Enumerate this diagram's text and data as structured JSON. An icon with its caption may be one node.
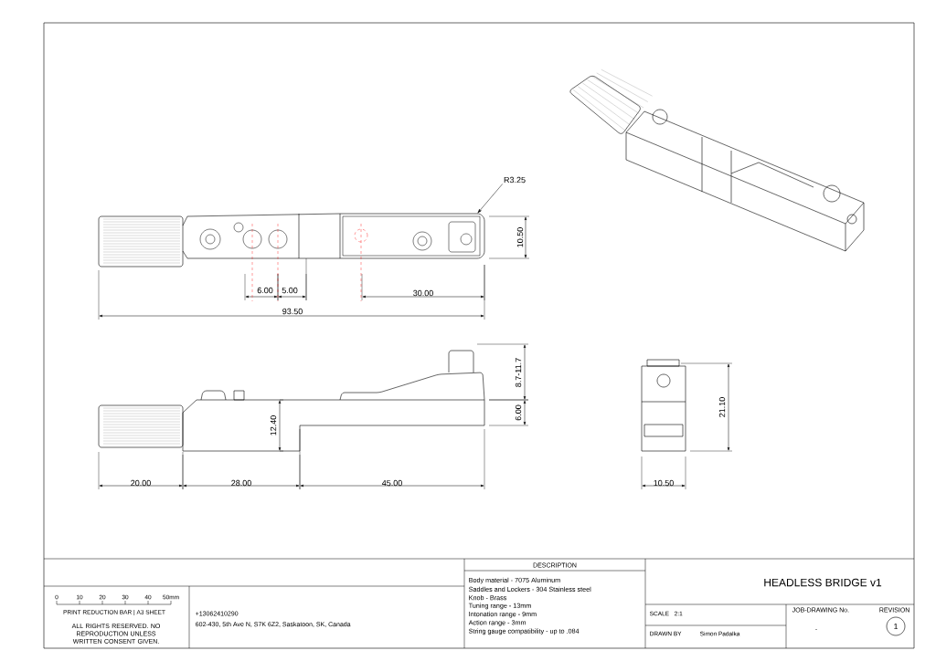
{
  "diagram": {
    "nodes": [
      {
        "text": [
          "R3.25"
        ]
      },
      {
        "text": [
          "1"
        ]
      },
      {
        "text": [],
        "shape": "picture"
      }
    ],
    "edges": [
      {
        "from": 0,
        "to": 2,
        "arrow": "to"
      }
    ],
    "labels": [
      "6.00",
      "5.00",
      "30.00",
      "10.50",
      "93.50",
      "8.7-11.7",
      "6.00",
      "12.40",
      "21.10",
      "20.00",
      "28.00",
      "45.00",
      "10.50",
      "DESCRIPTION",
      "Body material - 7075 Aluminum",
      "Saddles and Lockers - 304 Stainless steel",
      "Knob - Brass",
      "Tuning range - 13mm",
      "Intonation range - 9mm",
      "Action range - 3mm",
      "String gauge compatibility - up to .084",
      "HEADLESS BRIDGE v1",
      "0",
      "10",
      "20",
      "30",
      "40",
      "50mm",
      "PRINT REDUCTION BAR | A3 SHEET",
      "ALL RIGHTS RESERVED. NO REPRODUCTION UNLESS WRITTEN CONSENT GIVEN.",
      "+13062410290",
      "602-430, 5th Ave N, S7K 6Z2, Saskatoon, SK, Canada",
      "SCALE",
      "2:1",
      "JOB-DRAWING No.",
      "REVISION",
      "DRAWN BY",
      "Simon Padalka",
      "-"
    ]
  }
}
